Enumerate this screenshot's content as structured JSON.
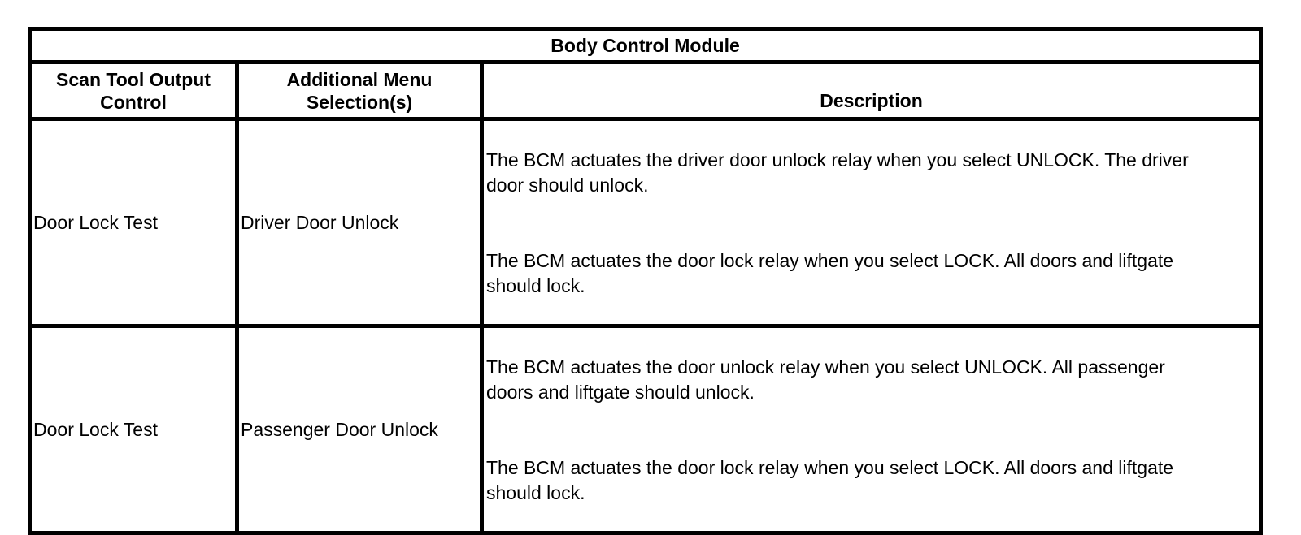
{
  "table": {
    "title": "Body Control Module",
    "columns": [
      "Scan Tool Output\nControl",
      "Additional Menu\nSelection(s)",
      "Description"
    ],
    "rows": [
      {
        "output_control": "Door Lock Test",
        "menu_selection": "Driver Door Unlock",
        "description": [
          "The BCM actuates the driver door unlock relay when you select UNLOCK. The driver\ndoor should unlock.",
          "The BCM actuates the door lock relay when you select LOCK. All doors and liftgate\nshould lock."
        ]
      },
      {
        "output_control": "Door Lock Test",
        "menu_selection": "Passenger Door Unlock",
        "description": [
          "The BCM actuates the door unlock relay when you select UNLOCK. All passenger\ndoors and liftgate should unlock.",
          "The BCM actuates the door lock relay when you select LOCK. All doors and liftgate\nshould lock."
        ]
      }
    ],
    "border_color": "#000000",
    "text_color": "#000000",
    "background_color": "#ffffff"
  }
}
